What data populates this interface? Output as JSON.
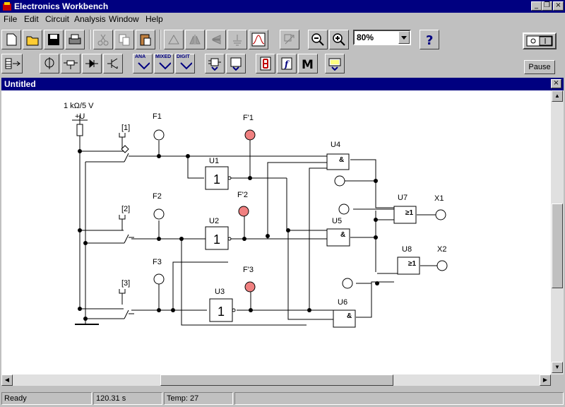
{
  "window": {
    "title": "Electronics Workbench"
  },
  "menu": [
    "File",
    "Edit",
    "Circuit",
    "Analysis",
    "Window",
    "Help"
  ],
  "toolbar": {
    "zoom_value": "80%"
  },
  "parts_bin": {
    "ana": "ANA",
    "mixed": "MIXED",
    "digit": "DIGIT"
  },
  "simulation": {
    "pause_label": "Pause"
  },
  "document": {
    "title": "Untitled"
  },
  "circuit": {
    "source_label": "1 kΩ/5 V",
    "source_node": "+U",
    "switches": [
      "[1]",
      "[2]",
      "[3]"
    ],
    "fault_leds": [
      "F1",
      "F2",
      "F3"
    ],
    "output_fault_leds": [
      "F'1",
      "F'2",
      "F'3"
    ],
    "inverters": [
      {
        "name": "U1",
        "symbol": "1"
      },
      {
        "name": "U2",
        "symbol": "1"
      },
      {
        "name": "U3",
        "symbol": "1"
      }
    ],
    "and_gates": [
      {
        "name": "U4",
        "symbol": "&"
      },
      {
        "name": "U5",
        "symbol": "&"
      },
      {
        "name": "U6",
        "symbol": "&"
      }
    ],
    "or_gates": [
      {
        "name": "U7",
        "symbol": "≥1"
      },
      {
        "name": "U8",
        "symbol": "≥1"
      }
    ],
    "outputs": [
      "X1",
      "X2"
    ],
    "colors": {
      "led_off": "#ffffff",
      "led_lit": "#f08080",
      "wire": "#000000"
    }
  },
  "status": {
    "state": "Ready",
    "time": "120.31 s",
    "temp": "Temp:  27"
  }
}
